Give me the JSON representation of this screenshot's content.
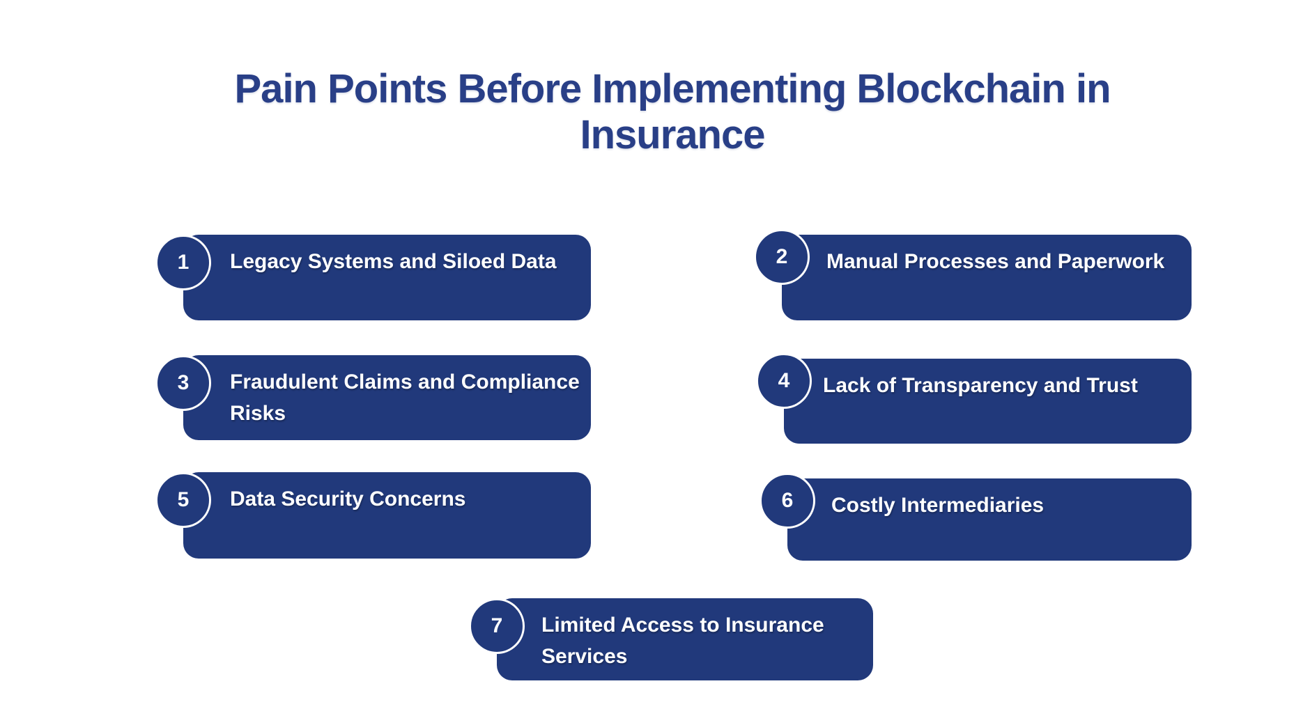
{
  "title": {
    "text": "Pain Points Before Implementing Blockchain in Insurance",
    "lines": [
      "Pain Points Before Implementing Blockchain in",
      "Insurance"
    ]
  },
  "colors": {
    "background": "#FFFFFF",
    "title_text": "#293F87",
    "box": "#21397B",
    "box_text": "#FFFFFF",
    "circle_fill": "#21397B",
    "circle_border": "#FFFFFF",
    "circle_text": "#FFFFFF"
  },
  "items": [
    {
      "number": "1",
      "label": "Legacy Systems and Siloed Data",
      "lines": [
        "Legacy Systems and Siloed Data"
      ]
    },
    {
      "number": "2",
      "label": "Manual Processes and Paperwork",
      "lines": [
        "Manual Processes and Paperwork"
      ]
    },
    {
      "number": "3",
      "label": "Fraudulent Claims and Compliance Risks",
      "lines": [
        "Fraudulent Claims and Compliance",
        "Risks"
      ]
    },
    {
      "number": "4",
      "label": "Lack of Transparency and Trust",
      "lines": [
        "Lack of Transparency and Trust"
      ]
    },
    {
      "number": "5",
      "label": "Data Security Concerns",
      "lines": [
        "Data Security Concerns"
      ]
    },
    {
      "number": "6",
      "label": "Costly Intermediaries",
      "lines": [
        "Costly Intermediaries"
      ]
    },
    {
      "number": "7",
      "label": "Limited Access to Insurance Services",
      "lines": [
        "Limited Access to Insurance",
        "Services"
      ]
    }
  ]
}
